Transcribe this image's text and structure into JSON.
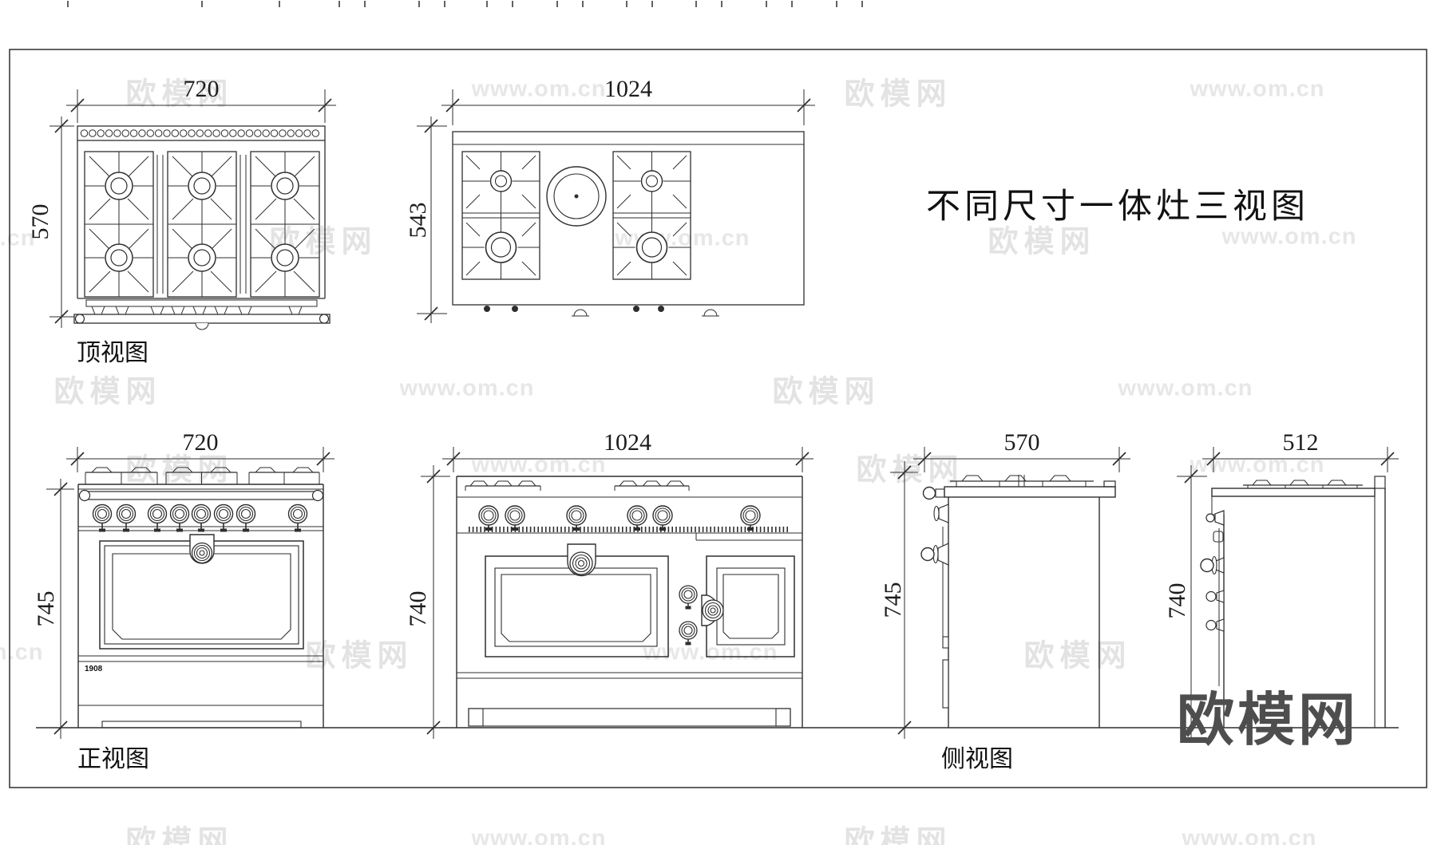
{
  "title": "不同尺寸一体灶三视图",
  "views": {
    "top_small": {
      "label": "顶视图",
      "width": "720",
      "depth": "570"
    },
    "top_large": {
      "width": "1024",
      "depth": "543"
    },
    "front_small": {
      "label": "正视图",
      "width": "720",
      "height": "745",
      "model_badge": "1908"
    },
    "front_large": {
      "width": "1024",
      "height": "740"
    },
    "side_small": {
      "label": "侧视图",
      "depth": "570",
      "height": "745"
    },
    "side_large": {
      "depth": "512",
      "height": "740"
    }
  },
  "watermark": {
    "brand": "欧模网",
    "url": "www.om.cn"
  }
}
